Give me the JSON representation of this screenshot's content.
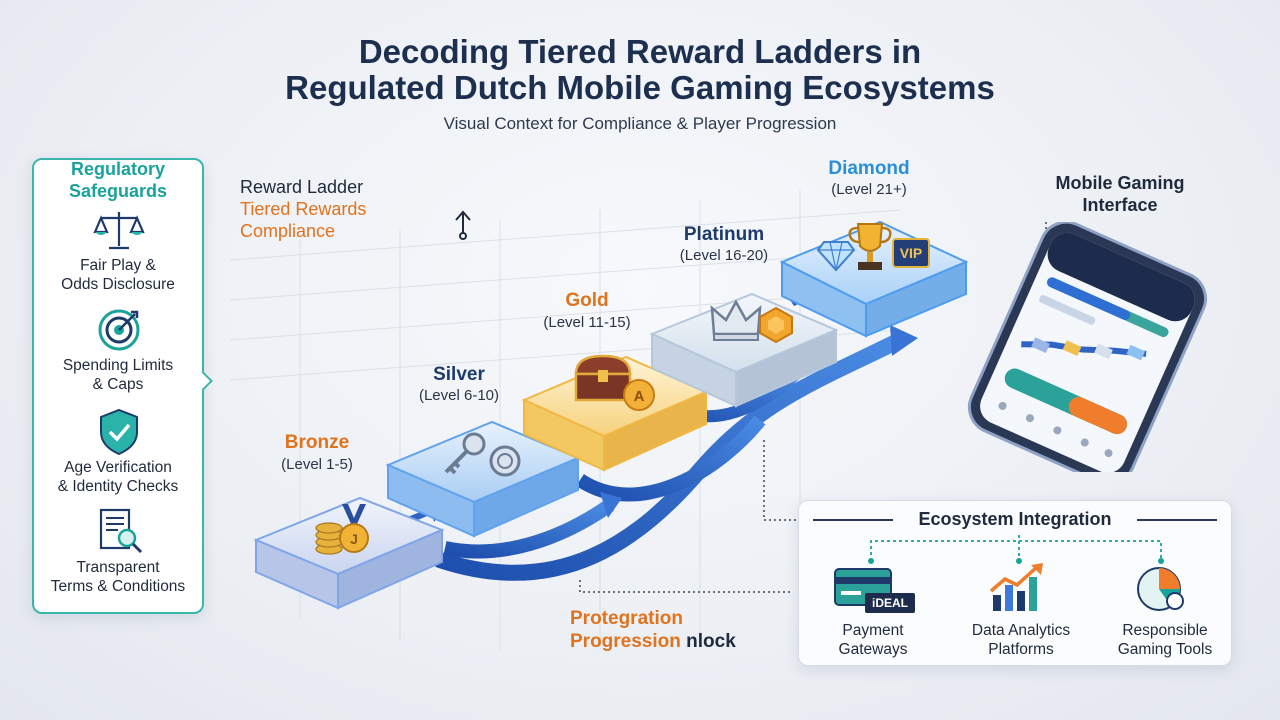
{
  "header": {
    "title_line1": "Decoding Tiered Reward Ladders in",
    "title_line2": "Regulated Dutch Mobile Gaming Ecosystems",
    "subtitle": "Visual Context for Compliance & Player Progression"
  },
  "safeguards": {
    "title_line1": "Regulatory",
    "title_line2": "Safeguards",
    "items": [
      {
        "icon": "scales-icon",
        "line1": "Fair Play &",
        "line2": "Odds Disclosure"
      },
      {
        "icon": "target-icon",
        "line1": "Spending Limits",
        "line2": "& Caps"
      },
      {
        "icon": "shield-check-icon",
        "line1": "Age Verification",
        "line2": "& Identity Checks"
      },
      {
        "icon": "document-search-icon",
        "line1": "Transparent",
        "line2": "Terms & Conditions"
      }
    ]
  },
  "ladder_heading": {
    "line1": "Reward Ladder",
    "line2": "Tiered Rewards",
    "line3": "Compliance"
  },
  "tiers": [
    {
      "name": "Bronze",
      "level": "(Level 1-5)",
      "icons": [
        "coins-icon",
        "medal-icon"
      ]
    },
    {
      "name": "Silver",
      "level": "(Level 6-10)",
      "icons": [
        "key-icon",
        "token-icon"
      ]
    },
    {
      "name": "Gold",
      "level": "(Level 11-15)",
      "icons": [
        "treasure-chest-icon",
        "gold-coin-icon"
      ]
    },
    {
      "name": "Platinum",
      "level": "(Level 16-20)",
      "icons": [
        "crown-icon",
        "hexagon-badge-icon"
      ]
    },
    {
      "name": "Diamond",
      "level": "(Level 21+)",
      "icons": [
        "diamond-icon",
        "trophy-icon"
      ],
      "badge": "VIP"
    }
  ],
  "progression": {
    "line1": "Protegration",
    "line2": "Progression",
    "line2_suffix": " nlock"
  },
  "mobile": {
    "title_line1": "Mobile Gaming",
    "title_line2": "Interface"
  },
  "ecosystem": {
    "title": "Ecosystem Integration",
    "items": [
      {
        "icon": "payment-card-icon",
        "line1": "Payment",
        "line2": "Gateways",
        "badge": "iDEAL"
      },
      {
        "icon": "analytics-chart-icon",
        "line1": "Data Analytics",
        "line2": "Platforms"
      },
      {
        "icon": "pie-chart-icon",
        "line1": "Responsible",
        "line2": "Gaming Tools"
      }
    ]
  },
  "colors": {
    "accent_teal": "#1aa39a",
    "accent_orange": "#e0731d",
    "navy": "#1d3a6b",
    "arrow_blue": "#2f63c4"
  }
}
